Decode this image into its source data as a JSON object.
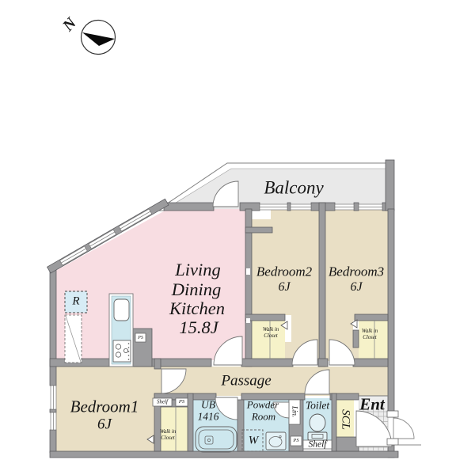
{
  "compass": {
    "north": "N"
  },
  "balcony": {
    "label": "Balcony"
  },
  "ldk": {
    "line1": "Living",
    "line2": "Dining",
    "line3": "Kitchen",
    "size": "15.8J"
  },
  "bedroom1": {
    "name": "Bedroom1",
    "size": "6J"
  },
  "bedroom2": {
    "name": "Bedroom2",
    "size": "6J"
  },
  "bedroom3": {
    "name": "Bedroom3",
    "size": "6J"
  },
  "passage": {
    "label": "Passage"
  },
  "bath": {
    "line1": "UB",
    "line2": "1416"
  },
  "powder_room": {
    "line1": "Powder",
    "line2": "Room"
  },
  "toilet": {
    "label": "Toilet",
    "shelf": "Shelf"
  },
  "entrance": {
    "label": "Ent"
  },
  "scl": {
    "label": "SCL"
  },
  "linen": {
    "label": "Lin."
  },
  "washer": {
    "label": "W"
  },
  "refrigerator": {
    "label": "R"
  },
  "closet": {
    "line1": "Walk in",
    "line2": "Closet"
  },
  "shelf_label": "Shelf",
  "ps_label": "PS",
  "colors": {
    "wall": "#9b9b9d",
    "ldk_pink": "#f8dde2",
    "room_tan": "#e9dfc5",
    "closet_yellow": "#f6f2c9",
    "wet_blue": "#cde7ee",
    "balcony_gray": "#e9e9e9",
    "entrance_gray": "#ededed",
    "fridge_blue": "#d7ecf5"
  }
}
